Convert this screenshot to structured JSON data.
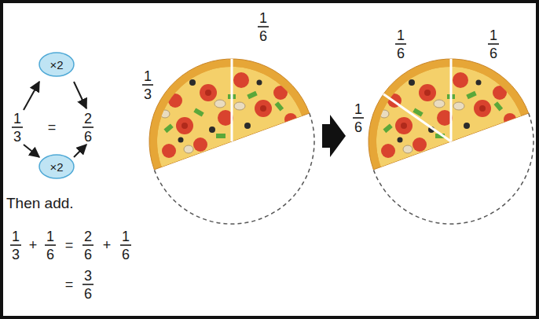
{
  "diagram": {
    "nodes": [
      {
        "text": [
          "×2"
        ]
      },
      {
        "text": [
          "×2"
        ]
      }
    ],
    "labels": [
      "1",
      "3",
      "=",
      "2",
      "6",
      "Then add.",
      "1",
      "3",
      "+",
      "1",
      "6",
      "=",
      "2",
      "6",
      "+",
      "1",
      "6",
      "=",
      "3",
      "6",
      "1",
      "6",
      "1",
      "3",
      "1",
      "6",
      "1",
      "6",
      "1",
      "6"
    ]
  }
}
